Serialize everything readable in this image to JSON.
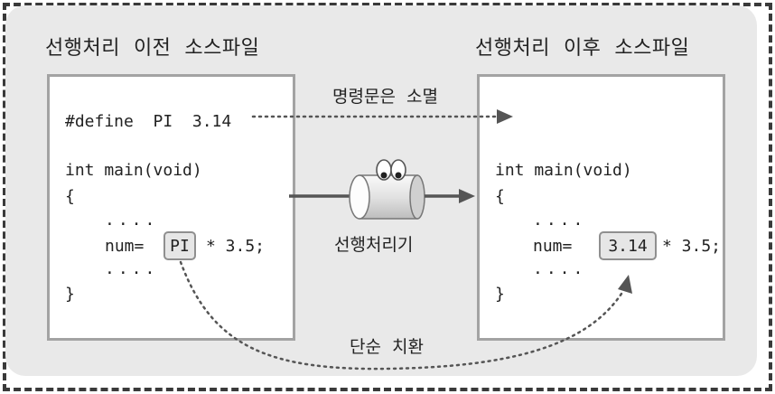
{
  "left": {
    "title": "선행처리  이전  소스파일",
    "define_line": "#define  PI  3.14",
    "main_line": "int main(void)",
    "open_brace": "{",
    "dots_top": "....",
    "num_label": "num=",
    "placeholder": "PI",
    "suffix": "* 3.5;",
    "dots_bottom": "....",
    "close_brace": "}"
  },
  "right": {
    "title": "선행처리  이후  소스파일",
    "main_line": "int main(void)",
    "open_brace": "{",
    "dots_top": "....",
    "num_label": "num=",
    "replaced_value": "3.14",
    "suffix": "* 3.5;",
    "dots_bottom": "....",
    "close_brace": "}"
  },
  "labels": {
    "removal": "명령문은  소멸",
    "preprocessor": "선행처리기",
    "substitution": "단순  치환"
  },
  "colors": {
    "frame_border": "#3a3a3a",
    "panel_bg": "#e9e9e9",
    "box_border": "#a3a3a3",
    "arrow": "#555555"
  }
}
